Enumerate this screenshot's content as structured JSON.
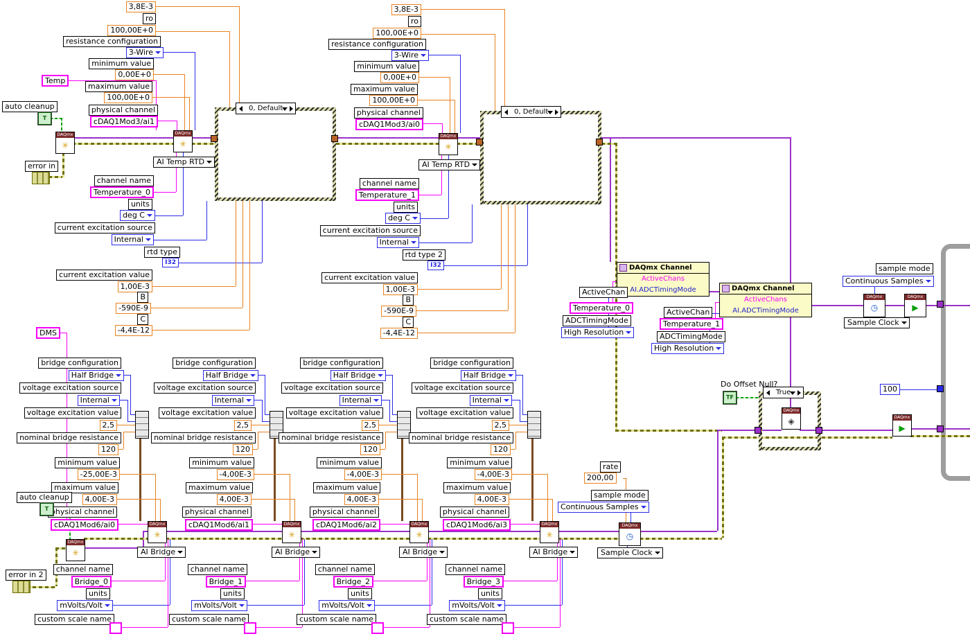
{
  "colors": {
    "numeric_border": "#E8821E",
    "enum_border": "#2A2AE8",
    "string_border": "#F700F7",
    "task_wire": "#9B30C8",
    "error_wire": "#6F6F0A",
    "bool_green": "#0A640A",
    "vi_band": "#7C2A2A",
    "structure_gray": "#9E9E9E"
  },
  "icons": {
    "daqmx_band": "DAQmx",
    "create_glyph": "✳",
    "clock_glyph": "◷",
    "start_glyph": "▶",
    "null_glyph": "◈",
    "tf_glyph": "TF",
    "t_glyph": "T"
  },
  "misc": {
    "temp_label": "Temp",
    "dms_label": "DMS",
    "auto_cleanup_top": "auto cleanup",
    "auto_cleanup_bottom": "auto cleanup",
    "error_in_top": "error in",
    "error_in_bottom": "error in 2",
    "do_offset_null": "Do Offset Null?",
    "true_case_selector": "True",
    "loop_count": "100"
  },
  "rtd": [
    {
      "r0_value": "3,8E-3",
      "ro_label": "ro",
      "ro_value": "100,00E+0",
      "resistance_configuration_label": "resistance configuration",
      "resistance_configuration_value": "3-Wire",
      "minimum_value_label": "minimum value",
      "minimum_value": "0,00E+0",
      "maximum_value_label": "maximum value",
      "maximum_value": "100,00E+0",
      "physical_channel_label": "physical channel",
      "physical_channel_value": "cDAQ1Mod3/ai1",
      "instance_selector": "AI Temp RTD",
      "case_selector": "0, Default",
      "channel_name_label": "channel name",
      "channel_name_value": "Temperature_0",
      "units_label": "units",
      "units_value": "deg C",
      "current_excitation_source_label": "current excitation source",
      "current_excitation_source_value": "Internal",
      "rtd_type_label": "rtd type",
      "rtd_type_value": "I32",
      "current_excitation_value_label": "current excitation value",
      "current_excitation_value": "1,00E-3",
      "b_label": "B",
      "b_value": "-590E-9",
      "c_label": "C",
      "c_value": "-4,4E-12"
    },
    {
      "r0_value": "3,8E-3",
      "ro_label": "ro",
      "ro_value": "100,00E+0",
      "resistance_configuration_label": "resistance configuration",
      "resistance_configuration_value": "3-Wire",
      "minimum_value_label": "minimum value",
      "minimum_value": "0,00E+0",
      "maximum_value_label": "maximum value",
      "maximum_value": "100,00E+0",
      "physical_channel_label": "physical channel",
      "physical_channel_value": "cDAQ1Mod3/ai0",
      "instance_selector": "AI Temp RTD",
      "case_selector": "0, Default",
      "channel_name_label": "channel name",
      "channel_name_value": "Temperature_1",
      "units_label": "units",
      "units_value": "deg C",
      "current_excitation_source_label": "current excitation source",
      "current_excitation_source_value": "Internal",
      "rtd_type_label": "rtd type 2",
      "rtd_type_value": "I32",
      "current_excitation_value_label": "current excitation value",
      "current_excitation_value": "1,00E-3",
      "b_label": "B",
      "b_value": "-590E-9",
      "c_label": "C",
      "c_value": "-4,4E-12"
    }
  ],
  "property_nodes": [
    {
      "title": "DAQmx Channel",
      "row1": "ActiveChans",
      "row2": "AI.ADCTimingMode",
      "active_chan_label": "ActiveChan",
      "active_chan_value": "Temperature_0",
      "adc_timing_mode_label": "ADCTimingMode",
      "adc_timing_mode_value": "High Resolution"
    },
    {
      "title": "DAQmx Channel",
      "row1": "ActiveChans",
      "row2": "AI.ADCTimingMode",
      "active_chan_label": "ActiveChan",
      "active_chan_value": "Temperature_1",
      "adc_timing_mode_label": "ADCTimingMode",
      "adc_timing_mode_value": "High Resolution"
    }
  ],
  "timing_top": {
    "sample_mode_label": "sample mode",
    "sample_mode_value": "Continuous Samples",
    "clock_type_value": "Sample Clock"
  },
  "timing_bottom": {
    "rate_label": "rate",
    "rate_value": "200,00",
    "sample_mode_label": "sample mode",
    "sample_mode_value": "Continuous Samples",
    "clock_type_value": "Sample Clock"
  },
  "bridge": [
    {
      "bridge_configuration_label": "bridge configuration",
      "bridge_configuration_value": "Half Bridge",
      "voltage_excitation_source_label": "voltage excitation source",
      "voltage_excitation_source_value": "Internal",
      "voltage_excitation_value_label": "voltage excitation value",
      "voltage_excitation_value": "2,5",
      "nominal_bridge_resistance_label": "nominal bridge resistance",
      "nominal_bridge_resistance_value": "120",
      "minimum_value_label": "minimum value",
      "minimum_value": "-25,00E-3",
      "maximum_value_label": "maximum value",
      "maximum_value": "4,00E-3",
      "physical_channel_label": "physical channel",
      "physical_channel_value": "cDAQ1Mod6/ai0",
      "instance_selector": "AI Bridge",
      "channel_name_label": "channel name",
      "channel_name_value": "Bridge_0",
      "units_label": "units",
      "units_value": "mVolts/Volt",
      "custom_scale_name_label": "custom scale name"
    },
    {
      "bridge_configuration_label": "bridge configuration",
      "bridge_configuration_value": "Half Bridge",
      "voltage_excitation_source_label": "voltage excitation source",
      "voltage_excitation_source_value": "Internal",
      "voltage_excitation_value_label": "voltage excitation value",
      "voltage_excitation_value": "2,5",
      "nominal_bridge_resistance_label": "nominal bridge resistance",
      "nominal_bridge_resistance_value": "120",
      "minimum_value_label": "minimum value",
      "minimum_value": "-4,00E-3",
      "maximum_value_label": "maximum value",
      "maximum_value": "4,00E-3",
      "physical_channel_label": "physical channel",
      "physical_channel_value": "cDAQ1Mod6/ai1",
      "instance_selector": "AI Bridge",
      "channel_name_label": "channel name",
      "channel_name_value": "Bridge_1",
      "units_label": "units",
      "units_value": "mVolts/Volt",
      "custom_scale_name_label": "custom scale name"
    },
    {
      "bridge_configuration_label": "bridge configuration",
      "bridge_configuration_value": "Half Bridge",
      "voltage_excitation_source_label": "voltage excitation source",
      "voltage_excitation_source_value": "Internal",
      "voltage_excitation_value_label": "voltage excitation value",
      "voltage_excitation_value": "2,5",
      "nominal_bridge_resistance_label": "nominal bridge resistance",
      "nominal_bridge_resistance_value": "120",
      "minimum_value_label": "minimum value",
      "minimum_value": "-4,00E-3",
      "maximum_value_label": "maximum value",
      "maximum_value": "4,00E-3",
      "physical_channel_label": "physical channel",
      "physical_channel_value": "cDAQ1Mod6/ai2",
      "instance_selector": "AI Bridge",
      "channel_name_label": "channel name",
      "channel_name_value": "Bridge_2",
      "units_label": "units",
      "units_value": "mVolts/Volt",
      "custom_scale_name_label": "custom scale name"
    },
    {
      "bridge_configuration_label": "bridge configuration",
      "bridge_configuration_value": "Half Bridge",
      "voltage_excitation_source_label": "voltage excitation source",
      "voltage_excitation_source_value": "Internal",
      "voltage_excitation_value_label": "voltage excitation value",
      "voltage_excitation_value": "2,5",
      "nominal_bridge_resistance_label": "nominal bridge resistance",
      "nominal_bridge_resistance_value": "120",
      "minimum_value_label": "minimum value",
      "minimum_value": "-4,00E-3",
      "maximum_value_label": "maximum value",
      "maximum_value": "4,00E-3",
      "physical_channel_label": "physical channel",
      "physical_channel_value": "cDAQ1Mod6/ai3",
      "instance_selector": "AI Bridge",
      "channel_name_label": "channel name",
      "channel_name_value": "Bridge_3",
      "units_label": "units",
      "units_value": "mVolts/Volt",
      "custom_scale_name_label": "custom scale name"
    }
  ]
}
